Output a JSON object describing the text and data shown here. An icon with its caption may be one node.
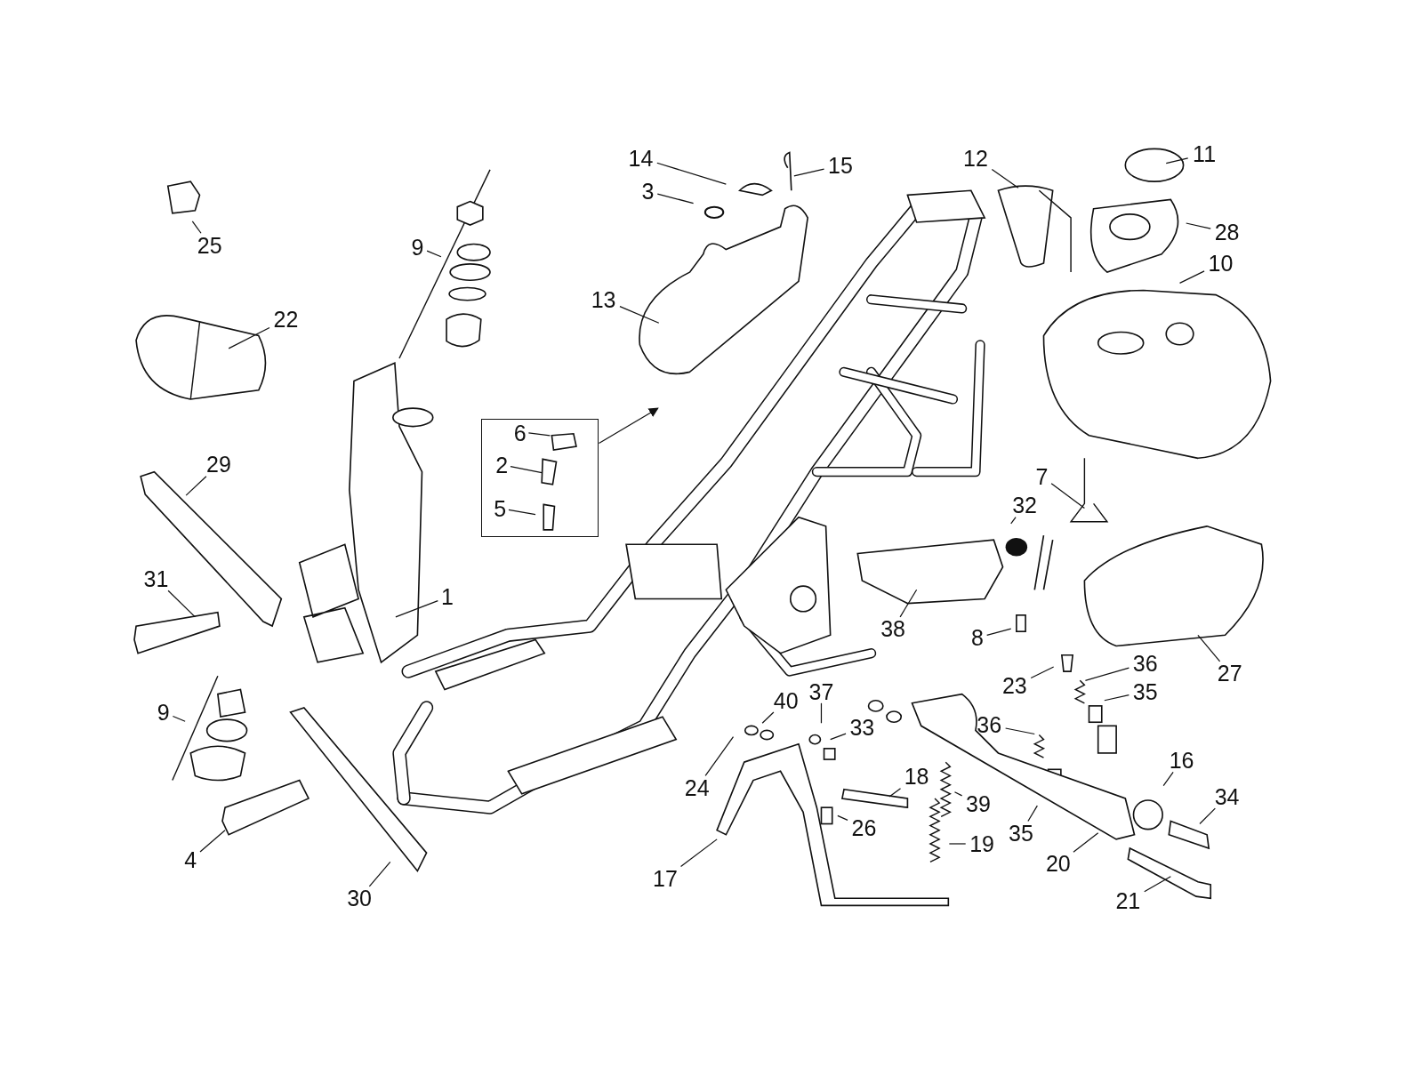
{
  "diagram": {
    "nodes": [
      {
        "text": [
          "14"
        ]
      },
      {
        "text": [
          "15"
        ]
      },
      {
        "text": [
          "12"
        ]
      },
      {
        "text": [
          "11"
        ]
      },
      {
        "text": [
          "3"
        ]
      },
      {
        "text": [
          "28"
        ]
      },
      {
        "text": [
          "25"
        ]
      },
      {
        "text": [
          "9"
        ]
      },
      {
        "text": [
          "10"
        ]
      },
      {
        "text": [
          "13"
        ]
      },
      {
        "text": [
          "22"
        ]
      },
      {
        "text": [],
        "shape": "box"
      },
      {
        "text": [
          "6"
        ],
        "in": 11
      },
      {
        "text": [
          "2"
        ],
        "in": 11
      },
      {
        "text": [
          "5"
        ],
        "in": 11
      },
      {
        "text": [
          "29"
        ]
      },
      {
        "text": [
          "7"
        ]
      },
      {
        "text": [
          "32"
        ]
      },
      {
        "text": [
          "31"
        ]
      },
      {
        "text": [
          "1"
        ]
      },
      {
        "text": [
          "38"
        ]
      },
      {
        "text": [
          "8"
        ]
      },
      {
        "text": [
          "27"
        ]
      },
      {
        "text": [
          "37"
        ]
      },
      {
        "text": [
          "36"
        ]
      },
      {
        "text": [
          "23"
        ]
      },
      {
        "text": [
          "35"
        ]
      },
      {
        "text": [
          "40"
        ]
      },
      {
        "text": [
          "9"
        ]
      },
      {
        "text": [
          "36"
        ]
      },
      {
        "text": [
          "33"
        ]
      },
      {
        "text": [
          "16"
        ]
      },
      {
        "text": [
          "18"
        ]
      },
      {
        "text": [
          "24"
        ]
      },
      {
        "text": [
          "34"
        ]
      },
      {
        "text": [
          "39"
        ]
      },
      {
        "text": [
          "26"
        ]
      },
      {
        "text": [
          "35"
        ]
      },
      {
        "text": [
          "19"
        ]
      },
      {
        "text": [
          "4"
        ]
      },
      {
        "text": [
          "20"
        ]
      },
      {
        "text": [
          "17"
        ]
      },
      {
        "text": [
          "21"
        ]
      },
      {
        "text": [
          "30"
        ]
      }
    ],
    "edges": [
      {
        "from": 0,
        "to": null,
        "arrow": "none"
      },
      {
        "from": 1,
        "to": null,
        "arrow": "none"
      },
      {
        "from": 2,
        "to": null,
        "arrow": "none"
      },
      {
        "from": 3,
        "to": null,
        "arrow": "none"
      },
      {
        "from": 4,
        "to": null,
        "arrow": "none"
      },
      {
        "from": 5,
        "to": null,
        "arrow": "none"
      },
      {
        "from": 6,
        "to": null,
        "arrow": "none"
      },
      {
        "from": 7,
        "to": null,
        "arrow": "none"
      },
      {
        "from": 8,
        "to": null,
        "arrow": "none"
      },
      {
        "from": 9,
        "to": null,
        "arrow": "none"
      },
      {
        "from": 10,
        "to": null,
        "arrow": "none"
      },
      {
        "from": 11,
        "to": null,
        "arrow": "to"
      },
      {
        "from": 12,
        "to": null,
        "arrow": "none"
      },
      {
        "from": 13,
        "to": null,
        "arrow": "none"
      },
      {
        "from": 14,
        "to": null,
        "arrow": "none"
      },
      {
        "from": 15,
        "to": null,
        "arrow": "none"
      },
      {
        "from": 16,
        "to": null,
        "arrow": "none"
      },
      {
        "from": 17,
        "to": null,
        "arrow": "none"
      },
      {
        "from": 18,
        "to": null,
        "arrow": "none"
      },
      {
        "from": 19,
        "to": null,
        "arrow": "none"
      },
      {
        "from": 20,
        "to": null,
        "arrow": "none"
      },
      {
        "from": 21,
        "to": null,
        "arrow": "none"
      },
      {
        "from": 22,
        "to": null,
        "arrow": "none"
      },
      {
        "from": 23,
        "to": null,
        "arrow": "none"
      },
      {
        "from": 24,
        "to": null,
        "arrow": "none"
      },
      {
        "from": 25,
        "to": null,
        "arrow": "none"
      },
      {
        "from": 26,
        "to": null,
        "arrow": "none"
      },
      {
        "from": 27,
        "to": null,
        "arrow": "none"
      },
      {
        "from": 28,
        "to": null,
        "arrow": "none"
      },
      {
        "from": 29,
        "to": null,
        "arrow": "none"
      },
      {
        "from": 30,
        "to": null,
        "arrow": "none"
      },
      {
        "from": 31,
        "to": null,
        "arrow": "none"
      },
      {
        "from": 32,
        "to": null,
        "arrow": "none"
      },
      {
        "from": 33,
        "to": null,
        "arrow": "none"
      },
      {
        "from": 34,
        "to": null,
        "arrow": "none"
      },
      {
        "from": 35,
        "to": null,
        "arrow": "none"
      },
      {
        "from": 36,
        "to": null,
        "arrow": "none"
      },
      {
        "from": 37,
        "to": null,
        "arrow": "none"
      },
      {
        "from": 38,
        "to": null,
        "arrow": "none"
      },
      {
        "from": 39,
        "to": null,
        "arrow": "none"
      },
      {
        "from": 40,
        "to": null,
        "arrow": "none"
      },
      {
        "from": 41,
        "to": null,
        "arrow": "none"
      },
      {
        "from": 42,
        "to": null,
        "arrow": "none"
      },
      {
        "from": 43,
        "to": null,
        "arrow": "none"
      }
    ]
  }
}
